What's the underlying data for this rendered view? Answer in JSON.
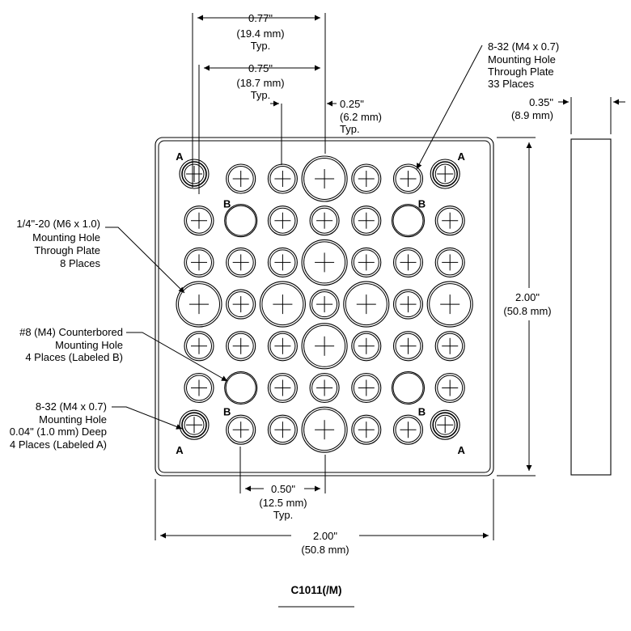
{
  "drawing": {
    "part_number": "C1011(/M)",
    "hole_letter_a": "A",
    "hole_letter_b": "B"
  },
  "dimensions": {
    "pitch_outer": {
      "line1": "0.77\"",
      "line2": "(19.4 mm)",
      "line3": "Typ."
    },
    "pitch_inner": {
      "line1": "0.75\"",
      "line2": "(18.7 mm)",
      "line3": "Typ."
    },
    "edge_offset": {
      "line1": "0.25\"",
      "line2": "(6.2 mm)",
      "line3": "Typ."
    },
    "thickness": {
      "line1": "0.35\"",
      "line2": "(8.9 mm)"
    },
    "height": {
      "line1": "2.00\"",
      "line2": "(50.8 mm)"
    },
    "width": {
      "line1": "2.00\"",
      "line2": "(50.8 mm)"
    },
    "hole_spacing": {
      "line1": "0.50\"",
      "line2": "(12.5 mm)",
      "line3": "Typ."
    }
  },
  "callouts": {
    "thru_832": {
      "line1": "8-32 (M4 x 0.7)",
      "line2": "Mounting Hole",
      "line3": "Through Plate",
      "line4": "33 Places"
    },
    "thru_14": {
      "line1": "1/4\"-20 (M6 x 1.0)",
      "line2": "Mounting Hole",
      "line3": "Through Plate",
      "line4": "8 Places"
    },
    "counterbored": {
      "line1": "#8 (M4) Counterbored",
      "line2": "Mounting Hole",
      "line3": "4 Places (Labeled B)"
    },
    "deep_832": {
      "line1": "8-32 (M4 x 0.7)",
      "line2": "Mounting Hole",
      "line3": "0.04\" (1.0 mm) Deep",
      "line4": "4 Places (Labeled A)"
    }
  },
  "hole_grid": {
    "rows": [
      [
        "A",
        "s",
        "s",
        "L",
        "s",
        "s",
        "A"
      ],
      [
        "s",
        "B",
        "s",
        "s",
        "s",
        "B",
        "s"
      ],
      [
        "s",
        "s",
        "s",
        "L",
        "s",
        "s",
        "s"
      ],
      [
        "L",
        "s",
        "L",
        "s",
        "L",
        "s",
        "L"
      ],
      [
        "s",
        "s",
        "s",
        "L",
        "s",
        "s",
        "s"
      ],
      [
        "s",
        "B",
        "s",
        "s",
        "s",
        "B",
        "s"
      ],
      [
        "A",
        "s",
        "s",
        "L",
        "s",
        "s",
        "A"
      ]
    ]
  }
}
